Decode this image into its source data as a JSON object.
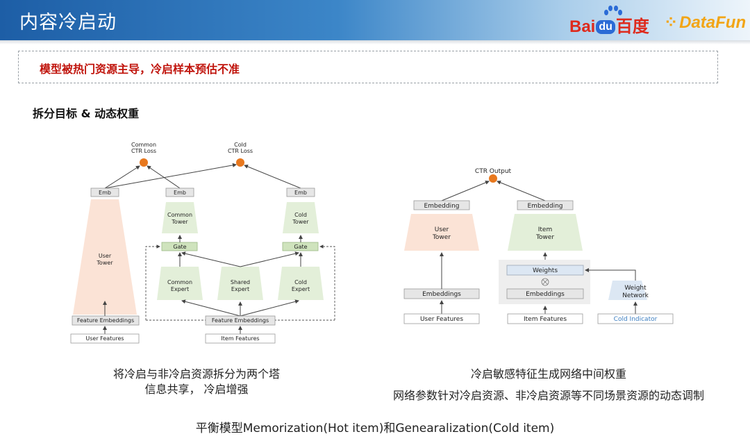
{
  "header": {
    "title": "内容冷启动"
  },
  "logos": {
    "baidu_left": "Bai",
    "baidu_du": "du",
    "baidu_right": "百度",
    "datafun": "DataFun"
  },
  "callout": {
    "text": "模型被热门资源主导，冷启样本预估不准"
  },
  "section": {
    "heading": "拆分目标 & 动态权重"
  },
  "left_diagram": {
    "loss_common_1": "Common",
    "loss_common_2": "CTR Loss",
    "loss_cold_1": "Cold",
    "loss_cold_2": "CTR Loss",
    "emb": "Emb",
    "user_tower_1": "User",
    "user_tower_2": "Tower",
    "common_tower_1": "Common",
    "common_tower_2": "Tower",
    "cold_tower_1": "Cold",
    "cold_tower_2": "Tower",
    "gate": "Gate",
    "common_expert_1": "Common",
    "common_expert_2": "Expert",
    "shared_expert_1": "Shared",
    "shared_expert_2": "Expert",
    "cold_expert_1": "Cold",
    "cold_expert_2": "Expert",
    "feature_embeddings": "Feature Embeddings",
    "user_features": "User Features",
    "item_features": "Item Features"
  },
  "right_diagram": {
    "ctr_output": "CTR Output",
    "embedding": "Embedding",
    "user_tower_1": "User",
    "user_tower_2": "Tower",
    "item_tower_1": "Item",
    "item_tower_2": "Tower",
    "weights": "Weights",
    "embeddings": "Embeddings",
    "weight_network_1": "Weight",
    "weight_network_2": "Network",
    "user_features": "User Features",
    "item_features": "Item Features",
    "cold_indicator": "Cold Indicator"
  },
  "captions": {
    "left_line1": "将冷启与非冷启资源拆分为两个塔",
    "left_line2": "信息共享， 冷启增强",
    "right_line1": "冷启敏感特征生成网络中间权重",
    "right_line2": "网络参数针对冷启资源、非冷启资源等不同场景资源的动态调制",
    "bottom": "平衡模型Memorization(Hot item)和Genearalization(Cold item)"
  },
  "colors": {
    "header_blue": "#1d5ea6",
    "callout_red": "#c0140c",
    "node_orange": "#e8781e",
    "user_tower_fill": "#fbe3d6",
    "green_fill": "#e3efd9",
    "blue_fill": "#dce7f3",
    "gray_fill": "#e6e6e6",
    "cold_indicator_text": "#3e7fc1"
  }
}
